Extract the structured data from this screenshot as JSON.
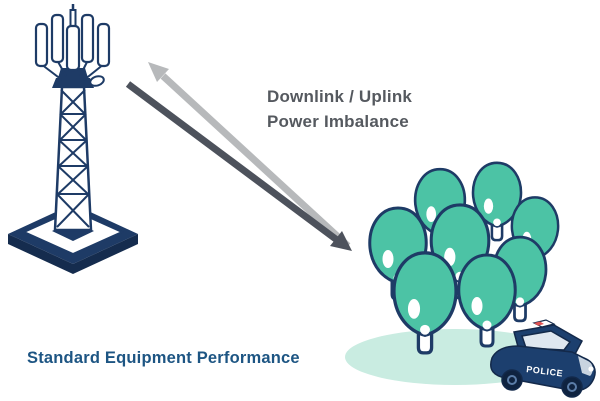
{
  "diagram": {
    "title_implicit": "Downlink / Uplink Power Imbalance diagram",
    "label_line1": "Downlink / Uplink",
    "label_line2": "Power Imbalance",
    "caption": "Standard Equipment Performance",
    "police_label": "POLICE"
  },
  "colors": {
    "navy_outline": "#1e3b66",
    "navy_dark": "#152c4e",
    "tree_teal": "#4cc3a5",
    "ground_teal": "#c9ece1",
    "arrow_gray": "#b7b9bb",
    "arrow_dark": "#4d525c",
    "label_gray": "#55595f",
    "caption_blue": "#1d5583",
    "car_navy": "#1c3f6e",
    "lightbar_red": "#e05252",
    "white": "#ffffff"
  }
}
